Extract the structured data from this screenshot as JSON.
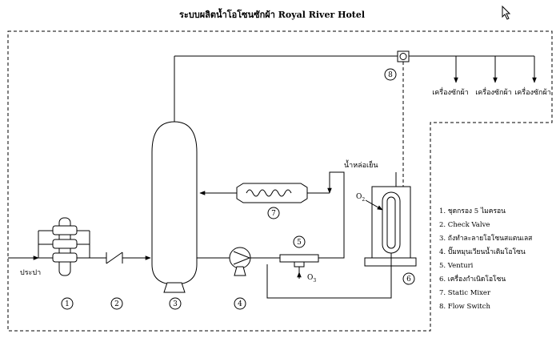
{
  "title": "ระบบผลิตน้ำโอโซนซักผ้า Royal River Hotel",
  "labels": {
    "water_in": "ประปา",
    "cooling_water": "น้ำหล่อเย็น",
    "o2": "O",
    "o2_sub": "2",
    "o3": "O",
    "o3_sub": "3",
    "washer": "เครื่องซักผ้า"
  },
  "markers": [
    "1",
    "2",
    "3",
    "4",
    "5",
    "6",
    "7",
    "8"
  ],
  "legend": [
    "1. ชุดกรอง 5 ไมครอน",
    "2. Check Valve",
    "3. ถังทำละลายโอโซนสแตนเลส",
    "4. ปั๊มหมุนเวียนน้ำเติมโอโซน",
    "5. Venturi",
    "6. เครื่องกำเนิดโอโซน",
    "7. Static Mixer",
    "8. Flow Switch"
  ],
  "icons": [
    "mouse-cursor-icon",
    "pump-icon",
    "check-valve-icon",
    "filter-icon",
    "static-mixer-icon",
    "venturi-icon",
    "ozone-generator-icon",
    "flow-switch-icon"
  ]
}
